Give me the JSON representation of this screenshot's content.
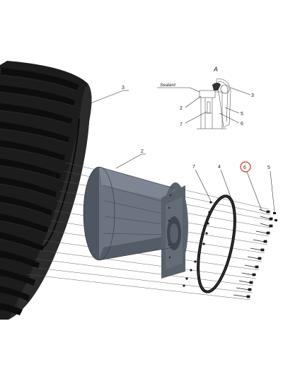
{
  "callouts": [
    {
      "id": "tire",
      "label": "3"
    },
    {
      "id": "hub",
      "label": "2"
    },
    {
      "id": "washer",
      "label": "7"
    },
    {
      "id": "oring",
      "label": "4"
    },
    {
      "id": "bolt6",
      "label": "6"
    },
    {
      "id": "bolt5",
      "label": "5"
    }
  ],
  "detail": {
    "title": "A",
    "note": "Sealant",
    "callouts": [
      {
        "id": "d3",
        "label": "3"
      },
      {
        "id": "d2",
        "label": "2"
      },
      {
        "id": "d5",
        "label": "5"
      },
      {
        "id": "d7",
        "label": "7"
      },
      {
        "id": "d6",
        "label": "6"
      }
    ]
  },
  "colors": {
    "tire": "#1c1c1c",
    "tire_tread": "#0d0d0d",
    "hub": "#6b7480",
    "hub_dark": "#4e5661",
    "highlight_circle": "#d8321e"
  }
}
